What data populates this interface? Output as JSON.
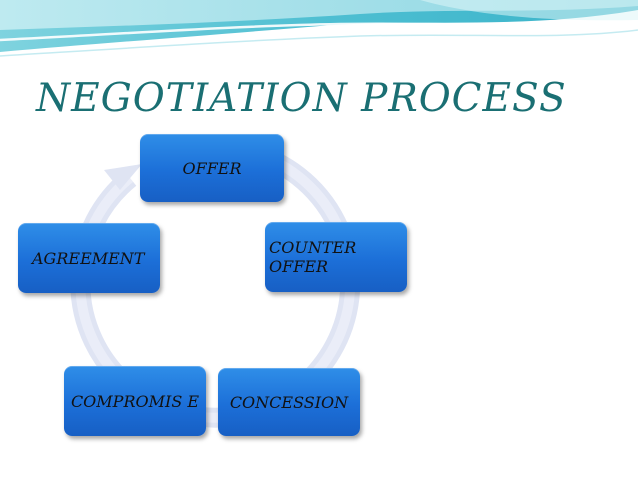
{
  "slide": {
    "title": "NEGOTIATION PROCESS"
  },
  "diagram": {
    "type": "cycle",
    "steps": [
      {
        "id": "offer",
        "label": "OFFER"
      },
      {
        "id": "counter-offer",
        "label": "COUNTER OFFER"
      },
      {
        "id": "concession",
        "label": "CONCESSION"
      },
      {
        "id": "compromise",
        "label": "COMPROMIS E"
      },
      {
        "id": "agreement",
        "label": "AGREEMENT"
      }
    ],
    "colors": {
      "box": "#1f74dc",
      "box_text": "#111111",
      "title": "#1a6f73",
      "cycle_arrow": "#dfe4f3",
      "header_wave": "#5bc8d8"
    }
  }
}
